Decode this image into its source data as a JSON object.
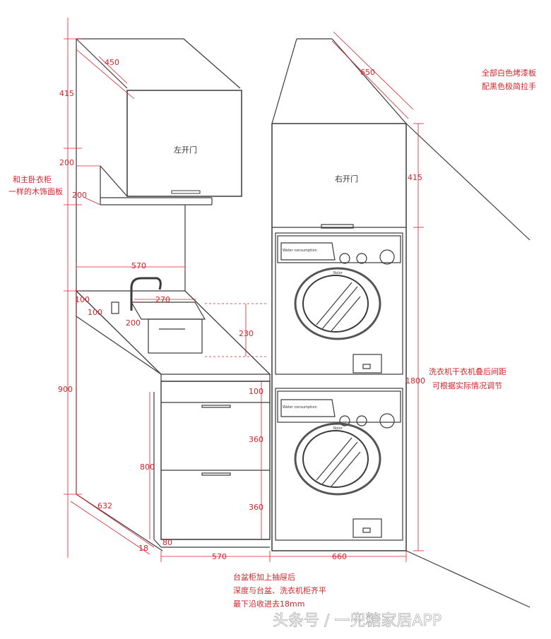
{
  "colors": {
    "line": "#3a3a3a",
    "dimension": "#d8232a",
    "watermark": "#ffffff",
    "background": "#ffffff"
  },
  "dimensions": {
    "wall_cabinet_width": "450",
    "wall_cabinet_height": "415",
    "panel_200_upper": "200",
    "panel_200_lower": "200",
    "column_depth": "650",
    "column_upper_height": "415",
    "column_total_height": "1800",
    "counter_width": "570",
    "sink_width": "270",
    "faucet_offset": "100",
    "faucet_offset_2": "100",
    "sink_offset": "200",
    "sink_depth": "230",
    "base_height": "900",
    "drawer_top": "100",
    "drawer_1": "360",
    "drawer_2": "360",
    "cabinet_body": "800",
    "plinth": "80",
    "side_depth": "632",
    "bottom_setback": "18",
    "bottom_width_left": "570",
    "bottom_width_right": "660"
  },
  "labels": {
    "left_door": "左开门",
    "right_door": "右开门",
    "trim_note_line1": "和主卧衣柜",
    "trim_note_line2": "一样的木饰面板",
    "finish_line1": "全部白色烤漆板",
    "finish_line2": "配黑色极简拉手",
    "stack_line1": "洗衣机干衣机叠后间距",
    "stack_line2": "可根据实际情况调节",
    "bottom_line1": "台盆柜加上抽屉后",
    "bottom_line2": "深度与台盆、洗衣机柜齐平",
    "bottom_line3": "最下沿收进去18mm",
    "machine_brand": "Rolor",
    "machine_panel": "Water  consumption"
  },
  "watermark": "头条号 / 一兜糖家居APP"
}
